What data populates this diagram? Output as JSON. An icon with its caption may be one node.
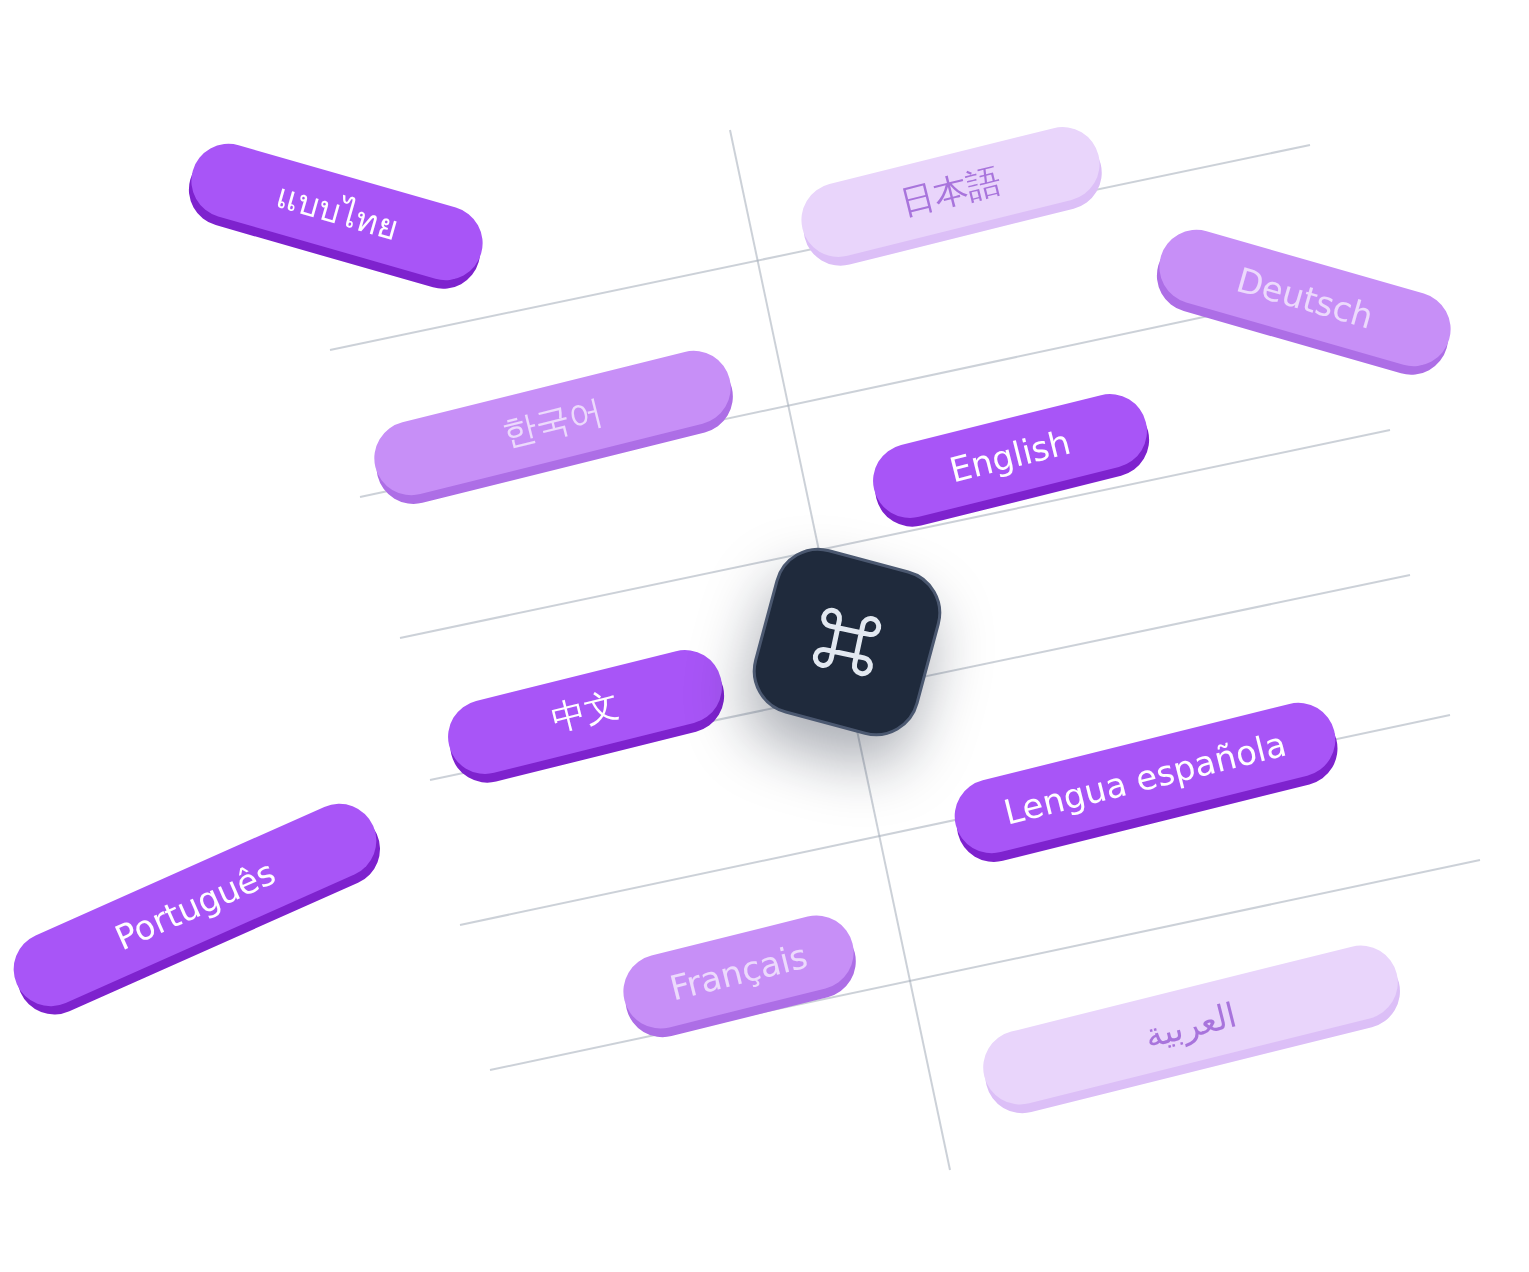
{
  "diagram": {
    "nodes": [
      {
        "text": [
          "แบบไทย"
        ]
      },
      {
        "text": [
          "日本語"
        ]
      },
      {
        "text": [
          "Deutsch"
        ]
      },
      {
        "text": [
          "한국어"
        ]
      },
      {
        "text": [
          "English"
        ]
      },
      {
        "text": [
          "中文"
        ]
      },
      {
        "text": [
          "Lengua española"
        ]
      },
      {
        "text": [
          "Português"
        ]
      },
      {
        "text": [
          "Français"
        ]
      },
      {
        "text": [
          "العربية"
        ]
      }
    ]
  }
}
